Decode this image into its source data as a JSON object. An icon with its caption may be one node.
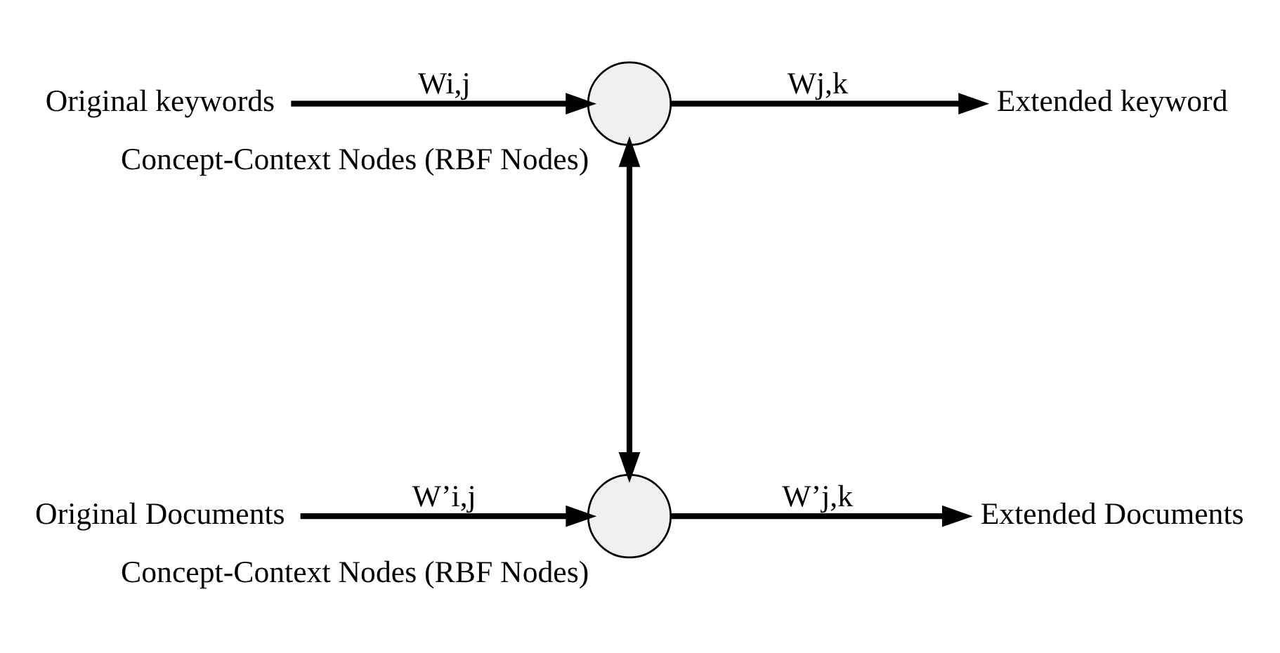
{
  "diagram": {
    "nodes": [
      {
        "text": [
          "Original keywords"
        ]
      },
      {
        "text": [],
        "shape": "circle",
        "beside": [
          "Concept-Context Nodes (RBF Nodes)"
        ]
      },
      {
        "text": [
          "Extended keyword"
        ]
      },
      {
        "text": [
          "Original Documents"
        ]
      },
      {
        "text": [],
        "shape": "circle",
        "beside": [
          "Concept-Context Nodes (RBF Nodes)"
        ]
      },
      {
        "text": [
          "Extended Documents"
        ]
      }
    ],
    "edges": [
      {
        "from": 0,
        "to": 1,
        "arrow": "to",
        "label": "Wi,j"
      },
      {
        "from": 1,
        "to": 2,
        "arrow": "to",
        "label": "Wj,k"
      },
      {
        "from": 1,
        "to": 4,
        "arrow": "both"
      },
      {
        "from": 3,
        "to": 4,
        "arrow": "to",
        "label": "W’i,j"
      },
      {
        "from": 4,
        "to": 5,
        "arrow": "to",
        "label": "W’j,k"
      }
    ]
  }
}
